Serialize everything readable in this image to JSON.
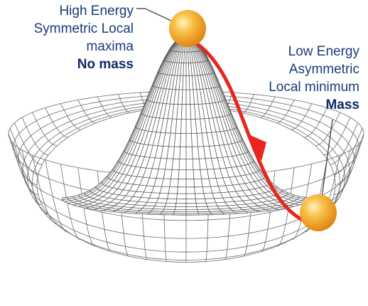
{
  "labels": {
    "high": {
      "lines": [
        "High Energy",
        "Symmetric Local",
        "maxima"
      ],
      "bold": "No mass"
    },
    "low": {
      "lines": [
        "Low Energy",
        "Asymmetric",
        "Local minimum"
      ],
      "bold": "Mass"
    }
  },
  "colors": {
    "mesh": "#555555",
    "path": "#e8251f",
    "ball": "#f6a21e",
    "ball_highlight": "#fde6a0",
    "text": "#1a3a7a"
  },
  "icons": {
    "ball_top": "sphere-icon",
    "ball_bottom": "sphere-icon",
    "arrow": "arrowhead-icon"
  }
}
